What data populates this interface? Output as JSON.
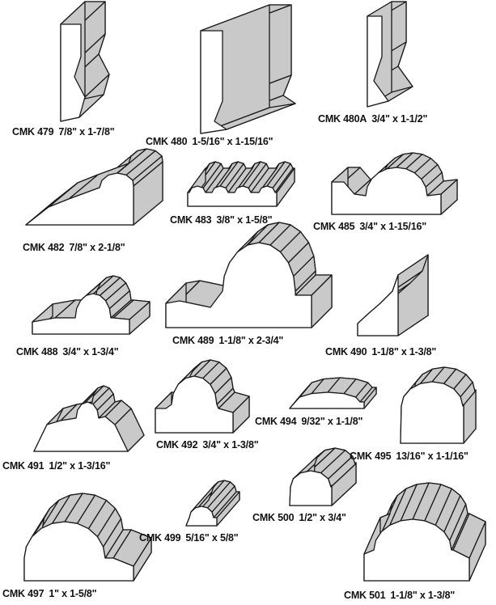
{
  "title": "Moulding profiles catalog",
  "colors": {
    "face": "#ffffff",
    "surface": "#c9c9c9",
    "outline": "#1a1a1a"
  },
  "items": [
    {
      "code": "CMK 479",
      "size": "7/8\" x 1-7/8\""
    },
    {
      "code": "CMK 480",
      "size": "1-5/16\" x 1-15/16\""
    },
    {
      "code": "CMK 480A",
      "size": "3/4\" x 1-1/2\""
    },
    {
      "code": "CMK 482",
      "size": "7/8\" x 2-1/8\""
    },
    {
      "code": "CMK 483",
      "size": "3/8\" x 1-5/8\""
    },
    {
      "code": "CMK 485",
      "size": "3/4\" x 1-15/16\""
    },
    {
      "code": "CMK 488",
      "size": "3/4\" x 1-3/4\""
    },
    {
      "code": "CMK 489",
      "size": "1-1/8\" x 2-3/4\""
    },
    {
      "code": "CMK 490",
      "size": "1-1/8\" x 1-3/8\""
    },
    {
      "code": "CMK 491",
      "size": "1/2\" x 1-3/16\""
    },
    {
      "code": "CMK 492",
      "size": "3/4\" x 1-3/8\""
    },
    {
      "code": "CMK 494",
      "size": "9/32\" x 1-1/8\""
    },
    {
      "code": "CMK 495",
      "size": "13/16\" x 1-1/16\""
    },
    {
      "code": "CMK 499",
      "size": "5/16\" x 5/8\""
    },
    {
      "code": "CMK 500",
      "size": "1/2\" x 3/4\""
    },
    {
      "code": "CMK 497",
      "size": "1\" x 1-5/8\""
    },
    {
      "code": "CMK 501",
      "size": "1-1/8\" x 1-3/8\""
    }
  ]
}
